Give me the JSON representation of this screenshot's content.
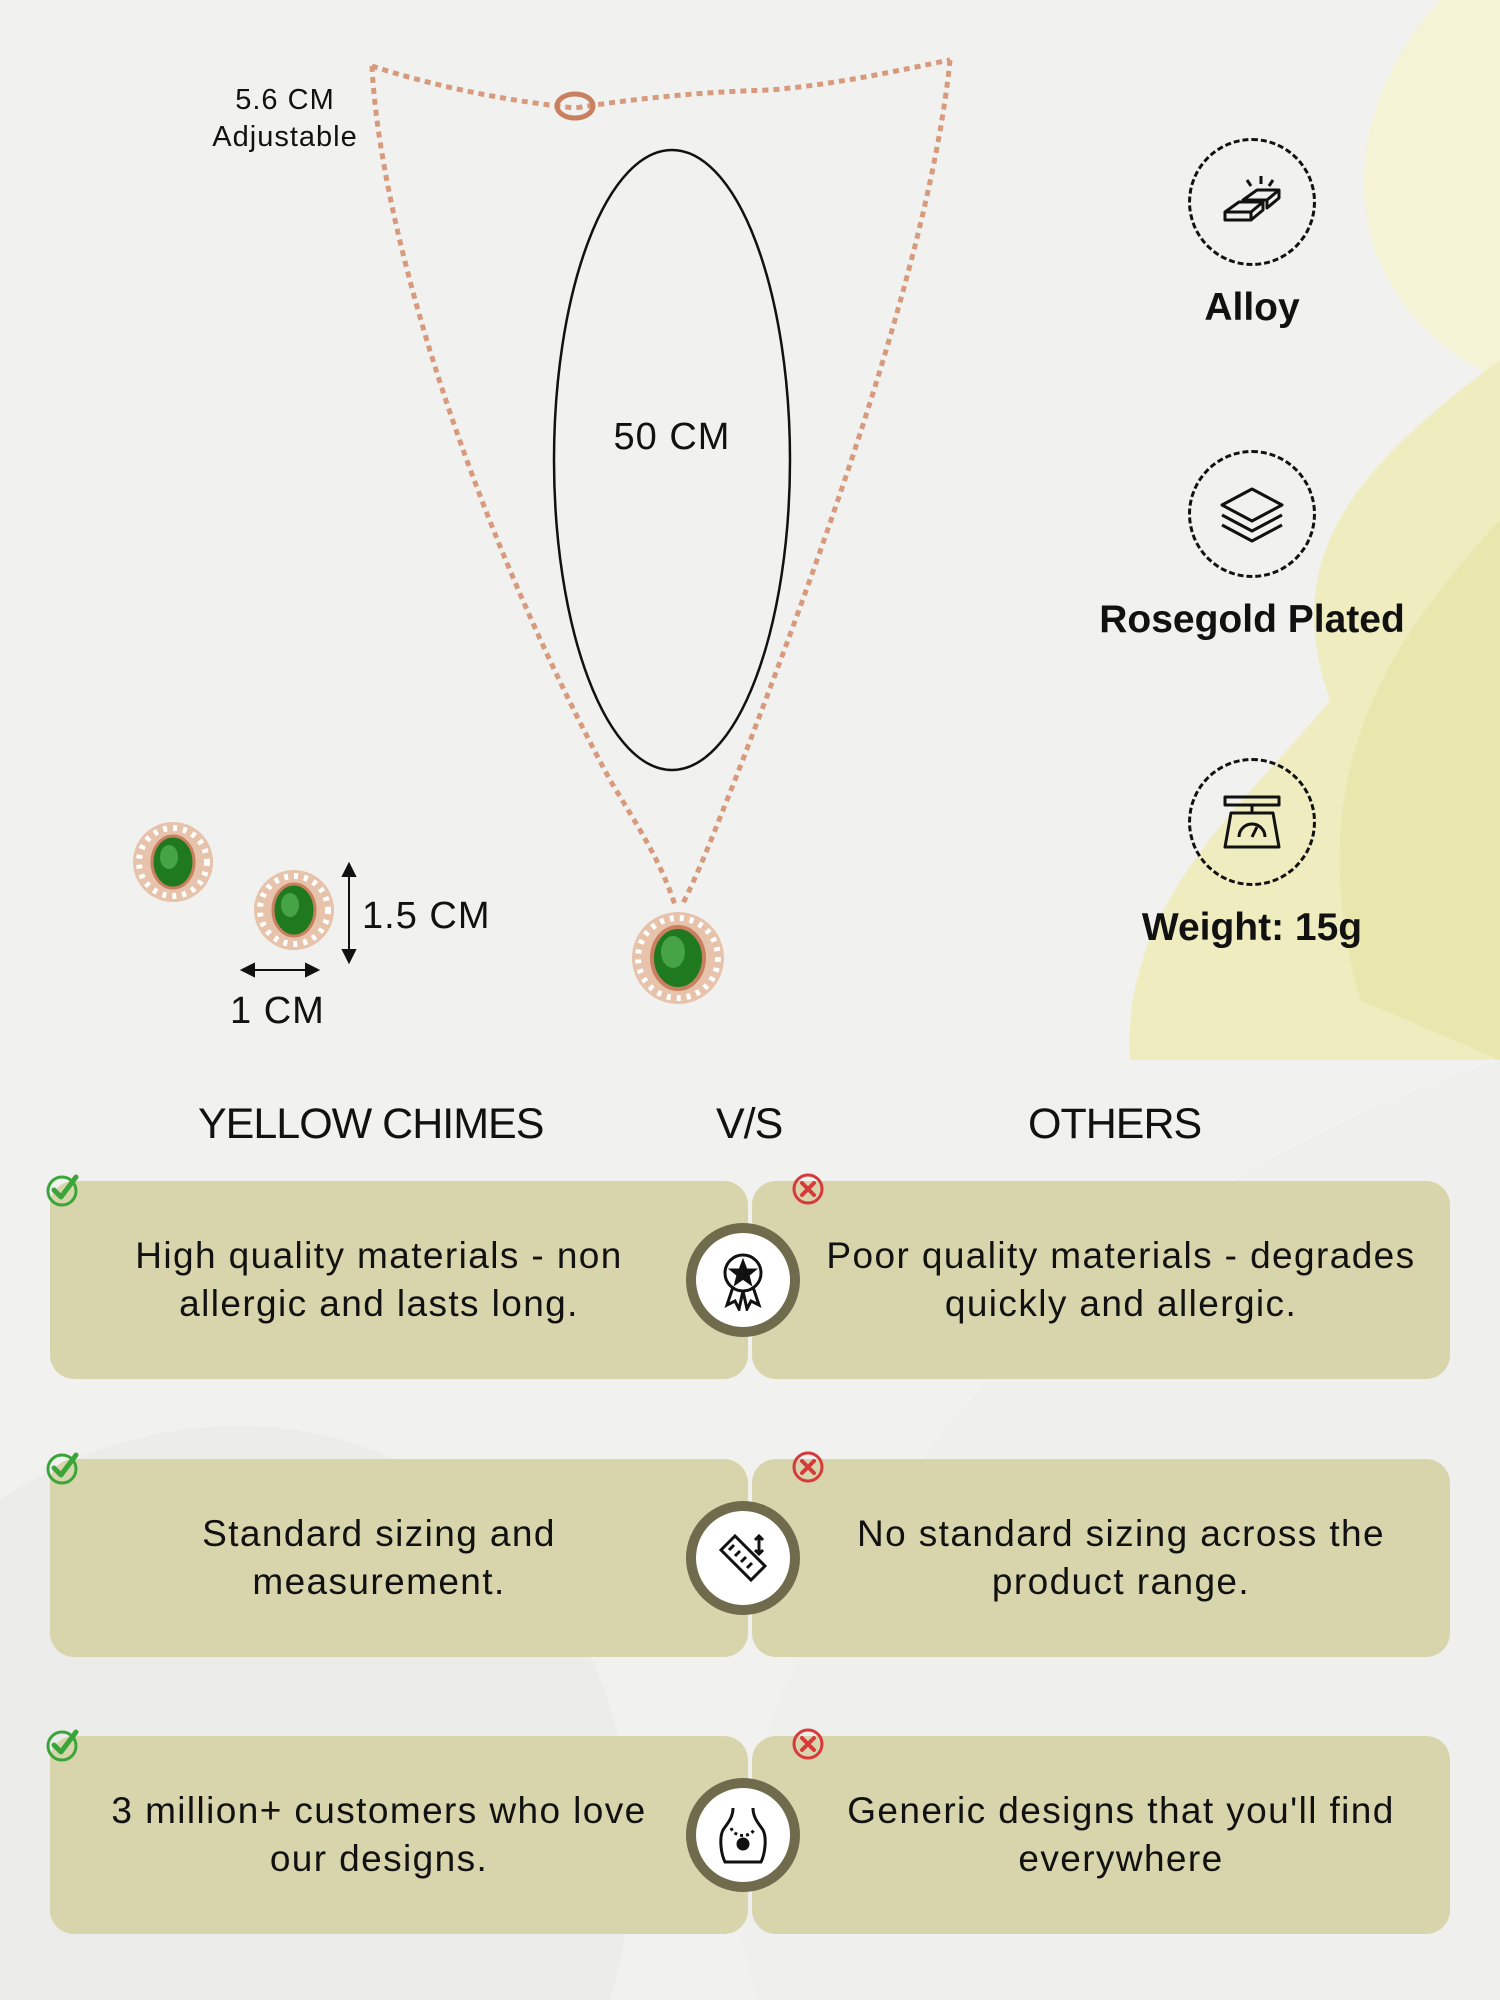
{
  "dimensions": {
    "chain_extension": "5.6 CM",
    "chain_extension_note": "Adjustable",
    "necklace_length": "50 CM",
    "earring_height": "1.5 CM",
    "earring_width": "1 CM"
  },
  "features": [
    {
      "label": "Alloy",
      "icon": "gold-bars-icon"
    },
    {
      "label": "Rosegold Plated",
      "icon": "layers-icon"
    },
    {
      "label": "Weight: 15g",
      "icon": "scale-icon"
    }
  ],
  "comparison": {
    "left_title": "YELLOW CHIMES",
    "vs": "V/S",
    "right_title": "OTHERS",
    "rows": [
      {
        "ours": "High quality materials - non allergic and lasts long.",
        "others": "Poor quality materials - degrades quickly and allergic.",
        "icon": "quality-badge-icon"
      },
      {
        "ours": "Standard sizing and measurement.",
        "others": "No standard sizing across the product range.",
        "icon": "ruler-icon"
      },
      {
        "ours": "3 million+ customers who love our designs.",
        "others": "Generic designs that you'll find everywhere",
        "icon": "necklace-bust-icon"
      }
    ]
  },
  "colors": {
    "card": "#d8d4ab",
    "badge_ring": "#6f6b4c",
    "check": "#3aa63a",
    "cross": "#d63a3a",
    "rosegold": "#d79a7c",
    "emerald": "#1f7a1f",
    "accent_bg": "#efedc0"
  }
}
